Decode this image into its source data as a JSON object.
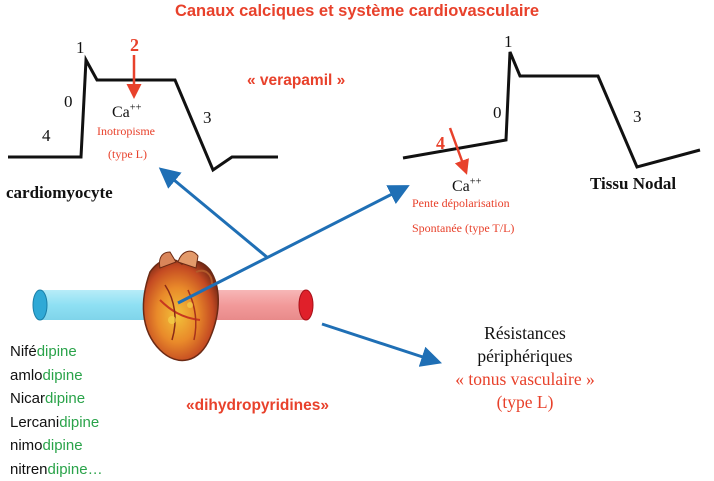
{
  "title": "Canaux calciques et système cardiovasculaire",
  "labels": {
    "verapamil": "« verapamil »",
    "dihydropyridines": "«dihydropyridines»",
    "cardiomyocyte": "cardiomyocyte",
    "tissu_nodal": "Tissu Nodal"
  },
  "cardiomyocyte_ap": {
    "phase_0": "0",
    "phase_1": "1",
    "phase_2": "2",
    "phase_3": "3",
    "phase_4": "4",
    "ion": "Ca",
    "ion_charge": "++",
    "effect": "Inotropisme",
    "channel_type": "(type L)"
  },
  "nodal_ap": {
    "phase_0": "0",
    "phase_1": "1",
    "phase_3": "3",
    "phase_4": "4",
    "ion": "Ca",
    "ion_charge": "++",
    "effect_line1": "Pente dépolarisation",
    "effect_line2": "Spontanée (type T/L)"
  },
  "vascular": {
    "line1": "Résistances",
    "line2": "périphériques",
    "line3": "« tonus vasculaire »",
    "line4": "(type L)"
  },
  "drugs": [
    {
      "prefix": "Nifé",
      "suffix": "dipine"
    },
    {
      "prefix": "amlo",
      "suffix": "dipine"
    },
    {
      "prefix": "Nicar",
      "suffix": "dipine"
    },
    {
      "prefix": "Lercani",
      "suffix": "dipine"
    },
    {
      "prefix": "nimo",
      "suffix": "dipine"
    },
    {
      "prefix": "nitren",
      "suffix": "dipine…"
    }
  ],
  "colors": {
    "accent_red": "#e8412b",
    "arrow_blue": "#1f6fb5",
    "vessel_cyan": "#8fe0f3",
    "vessel_pink": "#f29a9a",
    "drug_suffix_green": "#2aa34a",
    "text_dark": "#111111"
  }
}
